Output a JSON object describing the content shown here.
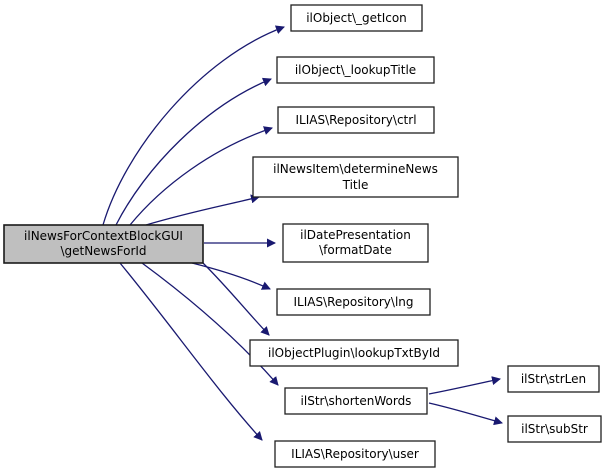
{
  "diagram": {
    "type": "call-graph",
    "colors": {
      "background": "#ffffff",
      "edge": "#191970",
      "node_border": "#202020",
      "node_fill": "#ffffff",
      "main_node_fill": "#bfbfbf",
      "text": "#000000"
    },
    "nodes": [
      {
        "id": "main",
        "role": "caller",
        "lines": [
          "ilNewsForContextBlockGUI",
          "\\getNewsForId"
        ]
      },
      {
        "id": "getIcon",
        "role": "callee",
        "lines": [
          "ilObject\\_getIcon"
        ]
      },
      {
        "id": "lookupTitle",
        "role": "callee",
        "lines": [
          "ilObject\\_lookupTitle"
        ]
      },
      {
        "id": "ctrl",
        "role": "callee",
        "lines": [
          "ILIAS\\Repository\\ctrl"
        ]
      },
      {
        "id": "determineNewsTitle",
        "role": "callee",
        "lines": [
          "ilNewsItem\\determineNews",
          "Title"
        ]
      },
      {
        "id": "formatDate",
        "role": "callee",
        "lines": [
          "ilDatePresentation",
          "\\formatDate"
        ]
      },
      {
        "id": "lng",
        "role": "callee",
        "lines": [
          "ILIAS\\Repository\\lng"
        ]
      },
      {
        "id": "lookupTxtById",
        "role": "callee",
        "lines": [
          "ilObjectPlugin\\lookupTxtById"
        ]
      },
      {
        "id": "shortenWords",
        "role": "callee",
        "lines": [
          "ilStr\\shortenWords"
        ]
      },
      {
        "id": "user",
        "role": "callee",
        "lines": [
          "ILIAS\\Repository\\user"
        ]
      },
      {
        "id": "strLen",
        "role": "callee",
        "lines": [
          "ilStr\\strLen"
        ]
      },
      {
        "id": "subStr",
        "role": "callee",
        "lines": [
          "ilStr\\subStr"
        ]
      }
    ],
    "edges": [
      {
        "from": "ilNewsForContextBlockGUI\\getNewsForId",
        "to": "ilObject\\_getIcon"
      },
      {
        "from": "ilNewsForContextBlockGUI\\getNewsForId",
        "to": "ilObject\\_lookupTitle"
      },
      {
        "from": "ilNewsForContextBlockGUI\\getNewsForId",
        "to": "ILIAS\\Repository\\ctrl"
      },
      {
        "from": "ilNewsForContextBlockGUI\\getNewsForId",
        "to": "ilNewsItem\\determineNewsTitle"
      },
      {
        "from": "ilNewsForContextBlockGUI\\getNewsForId",
        "to": "ilDatePresentation\\formatDate"
      },
      {
        "from": "ilNewsForContextBlockGUI\\getNewsForId",
        "to": "ILIAS\\Repository\\lng"
      },
      {
        "from": "ilNewsForContextBlockGUI\\getNewsForId",
        "to": "ilObjectPlugin\\lookupTxtById"
      },
      {
        "from": "ilNewsForContextBlockGUI\\getNewsForId",
        "to": "ilStr\\shortenWords"
      },
      {
        "from": "ilNewsForContextBlockGUI\\getNewsForId",
        "to": "ILIAS\\Repository\\user"
      },
      {
        "from": "ilStr\\shortenWords",
        "to": "ilStr\\strLen"
      },
      {
        "from": "ilStr\\shortenWords",
        "to": "ilStr\\subStr"
      }
    ]
  }
}
